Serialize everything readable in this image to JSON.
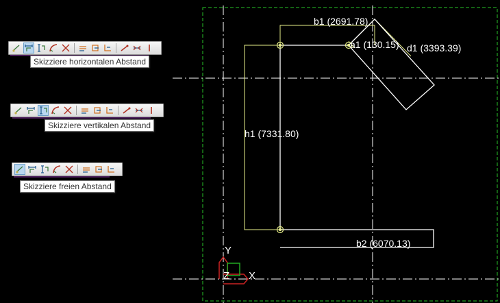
{
  "toolbars": [
    {
      "id": "horizontal",
      "active_index": 1,
      "tooltip": "Skizziere horizontalen Abstand"
    },
    {
      "id": "vertical",
      "active_index": 2,
      "tooltip": "Skizziere vertikalen Abstand"
    },
    {
      "id": "free",
      "active_index": 0,
      "tooltip": "Skizziere freien Abstand"
    }
  ],
  "toolbar_icons": [
    "free-distance-icon",
    "horizontal-distance-icon",
    "vertical-distance-icon",
    "arc-distance-icon",
    "angle-distance-icon",
    "line-dim-icon",
    "box-dim-icon",
    "corner-dim-icon",
    "slope-icon",
    "radius-icon",
    "diameter-icon"
  ],
  "dimensions": {
    "b1": "b1 (2691.78)",
    "a1": "a1 (130.15)",
    "d1": "d1 (3393.39)",
    "h1": "h1 (7331.80)",
    "b2": "b2 (6070.13)"
  },
  "axes": {
    "y": "Y",
    "x": "X",
    "z": "Z"
  },
  "colors": {
    "background": "#000000",
    "geometry": "#ffffff",
    "dimension": "#e8ef8a",
    "frame": "#27c427",
    "axis_red": "#cc2222",
    "axis_green": "#22aa22"
  }
}
